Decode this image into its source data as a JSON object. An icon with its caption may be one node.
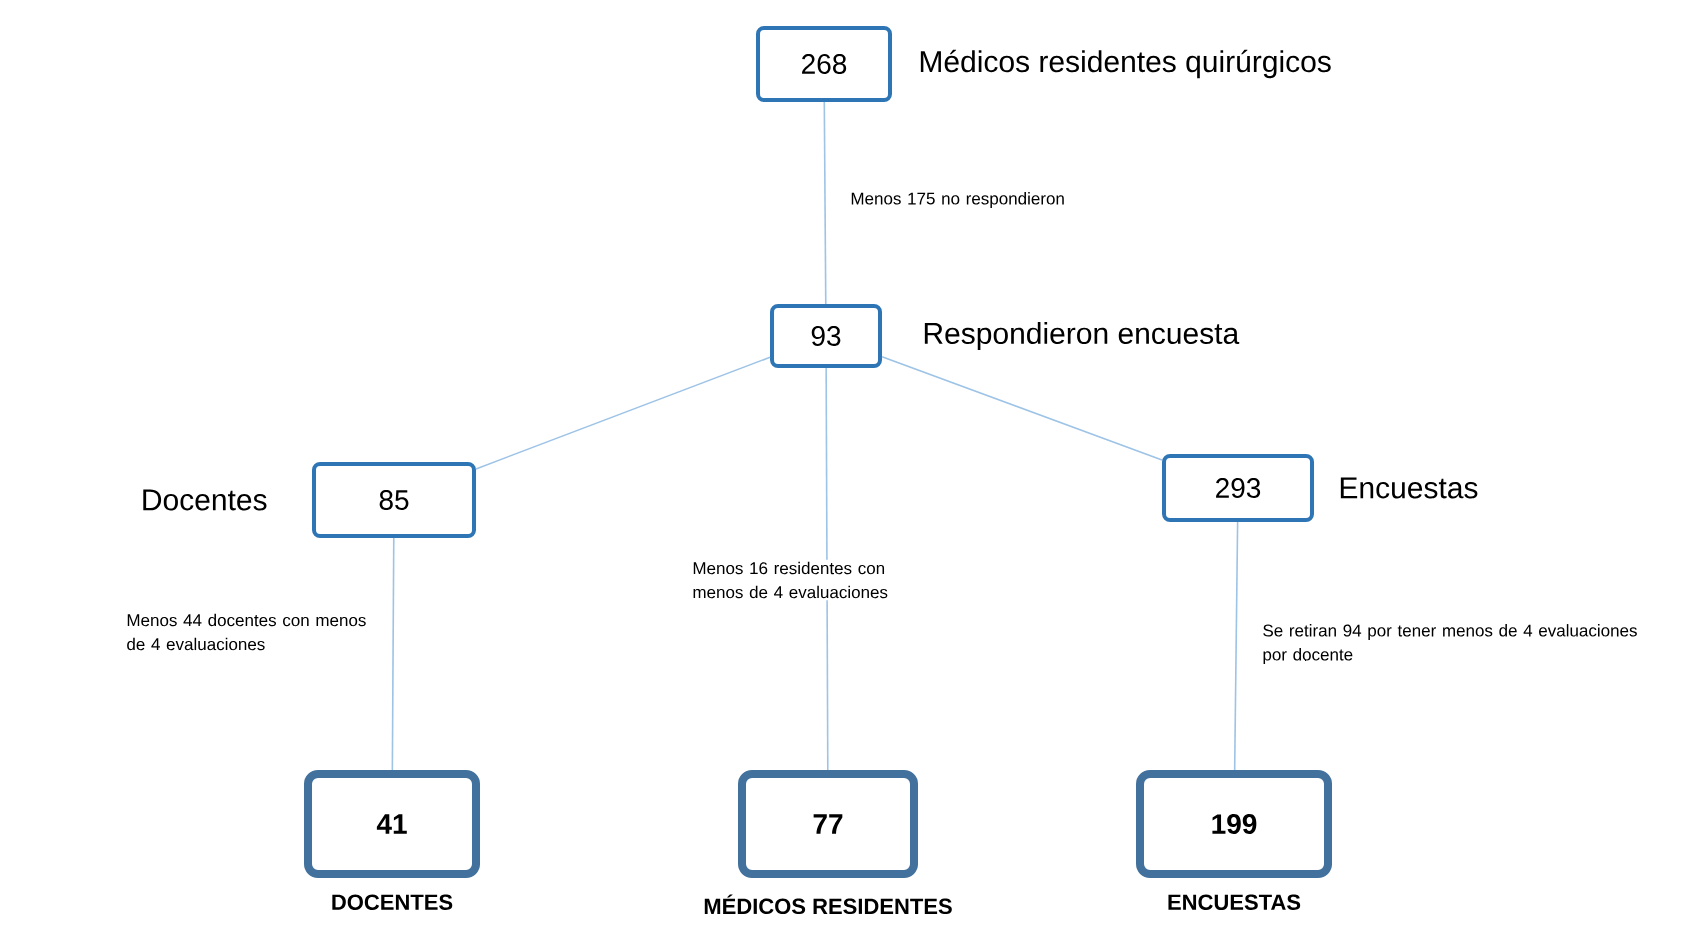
{
  "diagram": {
    "nodes": [
      {
        "text": [
          "268"
        ],
        "beside": [
          "Médicos residentes quirúrgicos"
        ]
      },
      {
        "text": [
          "93"
        ],
        "beside": [
          "Respondieron encuesta"
        ]
      },
      {
        "text": [
          "85"
        ],
        "beside": [
          "Docentes"
        ]
      },
      {
        "text": [
          "293"
        ],
        "beside": [
          "Encuestas"
        ]
      },
      {
        "text": [
          "41"
        ],
        "beside": [
          "DOCENTES"
        ]
      },
      {
        "text": [
          "77"
        ],
        "beside": [
          "MÉDICOS RESIDENTES"
        ]
      },
      {
        "text": [
          "199"
        ],
        "beside": [
          "ENCUESTAS"
        ]
      }
    ],
    "edges": [
      {
        "from": 0,
        "to": 1,
        "arrow": "none",
        "label": "Menos 175 no respondieron"
      },
      {
        "from": 1,
        "to": 2,
        "arrow": "none"
      },
      {
        "from": 1,
        "to": 5,
        "arrow": "none",
        "label": "Menos 16 residentes con menos de 4 evaluaciones"
      },
      {
        "from": 1,
        "to": 3,
        "arrow": "none"
      },
      {
        "from": 2,
        "to": 4,
        "arrow": "none",
        "label": "Menos 44 docentes con menos de 4 evaluaciones"
      },
      {
        "from": 3,
        "to": 6,
        "arrow": "none",
        "label": "Se retiran 94 por tener menos de 4 evaluaciones por docente"
      }
    ]
  }
}
